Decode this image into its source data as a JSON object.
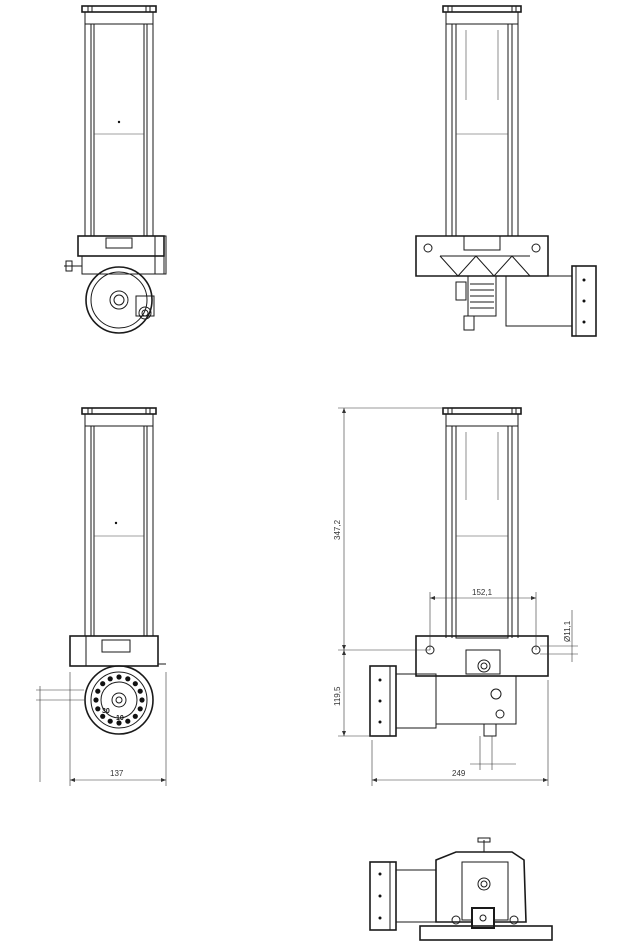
{
  "dimensions": {
    "height_total": "347,2",
    "height_outlet": "119,5",
    "hole_spacing": "152,1",
    "hole_diameter": "Ø11,1",
    "depth": "137",
    "width": "249"
  },
  "dial_labels": [
    "30",
    "10"
  ]
}
